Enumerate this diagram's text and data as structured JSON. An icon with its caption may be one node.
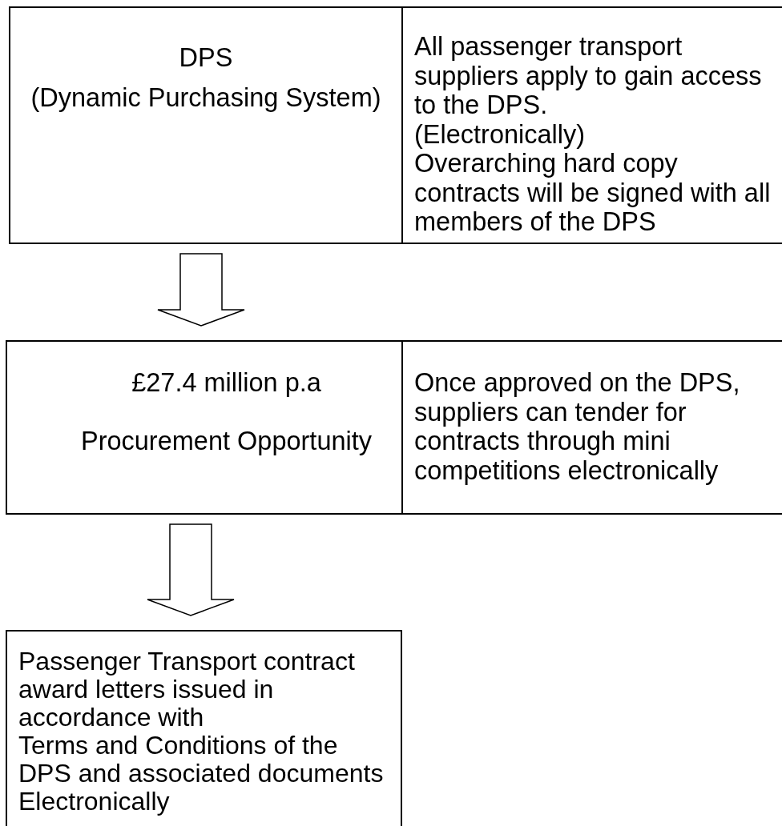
{
  "diagram": {
    "nodes": [
      {
        "text": [
          "DPS",
          "(Dynamic Purchasing System)",
          "All passenger transport suppliers apply to gain access to the DPS.",
          "(Electronically)",
          "Overarching hard copy contracts will be signed with all members of the DPS"
        ]
      },
      {
        "text": [
          "£27.4 million p.a",
          "Procurement Opportunity",
          "Once approved on the DPS, suppliers can tender for contracts through mini competitions electronically"
        ]
      },
      {
        "text": [
          "Passenger Transport contract award letters issued in accordance with",
          "Terms and Conditions of the DPS and associated documents",
          "Electronically"
        ]
      }
    ],
    "edges": [
      {
        "from": 0,
        "to": 1,
        "arrow": "to"
      },
      {
        "from": 1,
        "to": 2,
        "arrow": "to"
      }
    ]
  }
}
